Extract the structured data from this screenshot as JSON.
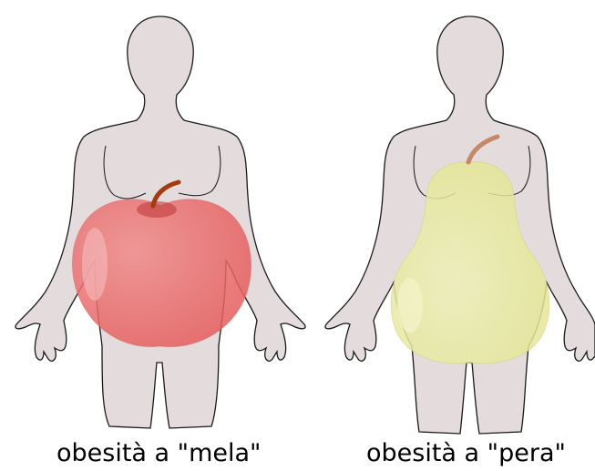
{
  "figures": [
    {
      "key": "apple",
      "caption": "obesità a \"mela\"",
      "fruit_icon": "apple-icon",
      "fruit_color": "#e86464",
      "fruit_highlight": "#f19a9a",
      "stem_color": "#a53a10"
    },
    {
      "key": "pear",
      "caption": "obesità a \"pera\"",
      "fruit_icon": "pear-icon",
      "fruit_color": "#e7e8a0",
      "fruit_highlight": "#f1f2c2",
      "stem_color": "#c9876a"
    }
  ],
  "colors": {
    "body_fill": "#e4dcdc",
    "body_outline": "#1a1a1a",
    "background": "#ffffff"
  }
}
